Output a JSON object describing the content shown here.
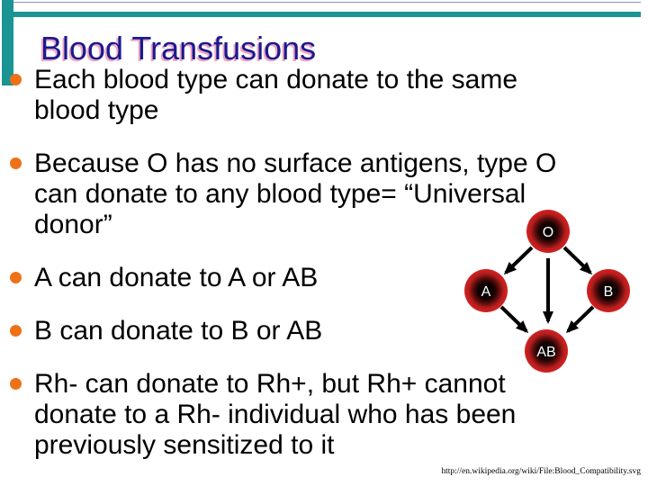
{
  "slide": {
    "title": "Blood Transfusions",
    "bullets": [
      {
        "lines": [
          "Each blood type can donate to the same",
          "blood type"
        ]
      },
      {
        "lines": [
          "Because O has no surface antigens, type O",
          "can donate to any blood type= “Universal",
          "donor”"
        ]
      },
      {
        "lines": [
          "A can donate to A or AB"
        ]
      },
      {
        "lines": [
          "B can donate to B or AB"
        ]
      },
      {
        "lines": [
          "Rh- can donate to Rh+, but Rh+ cannot",
          "donate to a Rh- individual who has been",
          "previously sensitized to it"
        ]
      }
    ],
    "citation": "http://en.wikipedia.org/wiki/File:Blood_Compatibility.svg"
  },
  "diagram": {
    "description": "blood type donation compatibility diagram",
    "nodes": {
      "o": "O",
      "a": "A",
      "b": "B",
      "ab": "AB"
    },
    "edges": [
      "O to A",
      "O to AB",
      "O to B",
      "A to AB",
      "B to AB"
    ]
  },
  "colors": {
    "accent_teal": "#1b9494",
    "bullet_orange": "#ee7118",
    "title_navy": "#1a1a8f",
    "title_shadow_pink": "#f2a6c2",
    "node_red": "#d42222",
    "node_center_black": "#000000",
    "text_black": "#000000",
    "background_white": "#ffffff"
  }
}
